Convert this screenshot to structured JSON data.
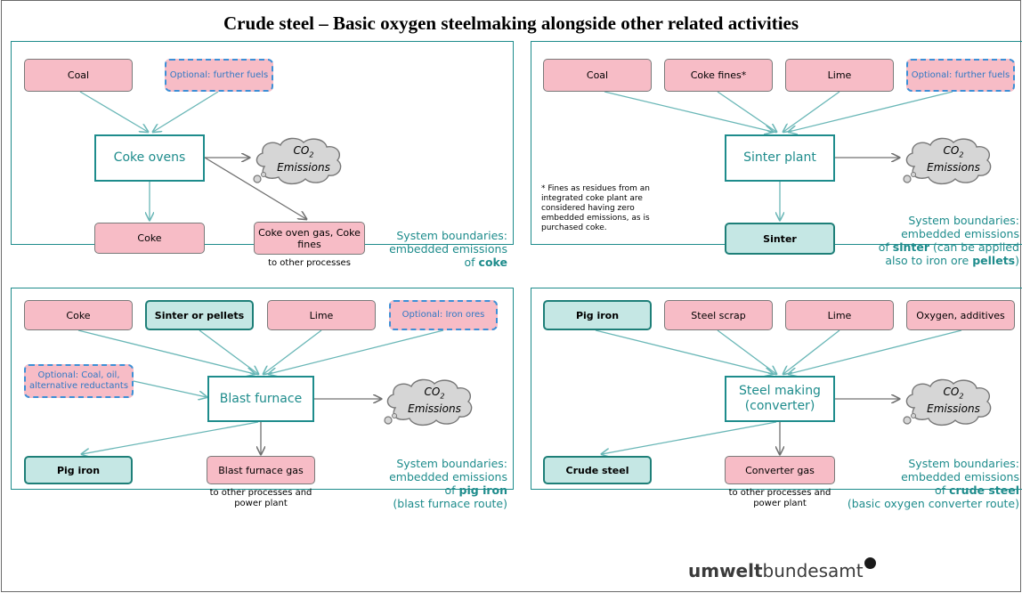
{
  "title": "Crude steel – Basic oxygen steelmaking alongside other related activities",
  "cloud": {
    "co2": "CO",
    "sub": "2",
    "emissions": "Emissions"
  },
  "panel1": {
    "inputs": [
      "Coal",
      "Optional: further fuels"
    ],
    "process": "Coke ovens",
    "product": "Coke",
    "byproduct": "Coke oven gas, Coke fines",
    "byproduct_note": "to other processes",
    "sys_line1": "System boundaries:",
    "sys_line2": "embedded emissions",
    "sys_of": "of",
    "sys_bold": "coke"
  },
  "panel2": {
    "inputs": [
      "Coal",
      "Coke fines*",
      "Lime",
      "Optional: further fuels"
    ],
    "process": "Sinter plant",
    "product": "Sinter",
    "footnote": "* Fines as residues from an integrated coke plant are considered having zero embedded emissions, as is purchased coke.",
    "sys_line1": "System boundaries:",
    "sys_line2": "embedded emissions",
    "sys_of": "of",
    "sys_bold": "sinter",
    "sys_rest": "(can be applied",
    "sys_line4": "also to iron ore",
    "sys_bold2": "pellets",
    "sys_end": ")"
  },
  "panel3": {
    "inputs": [
      "Coke",
      "Sinter or pellets",
      "Lime",
      "Optional: Iron ores"
    ],
    "side_input": "Optional: Coal, oil, alternative reductants",
    "process": "Blast furnace",
    "product": "Pig iron",
    "byproduct": "Blast furnace gas",
    "byproduct_note": "to other processes and power plant",
    "sys_line1": "System boundaries:",
    "sys_line2": "embedded emissions",
    "sys_of": "of",
    "sys_bold": "pig iron",
    "sys_line4": "(blast furnace route)"
  },
  "panel4": {
    "inputs": [
      "Pig iron",
      "Steel scrap",
      "Lime",
      "Oxygen, additives"
    ],
    "process": "Steel making (converter)",
    "product": "Crude steel",
    "byproduct": "Converter gas",
    "byproduct_note": "to other processes and power plant",
    "sys_line1": "System boundaries:",
    "sys_line2": "embedded emissions",
    "sys_of": "of",
    "sys_bold": "crude steel",
    "sys_line4": "(basic oxygen converter route)"
  },
  "logo": {
    "bold": "umwelt",
    "rest": "bundesamt"
  }
}
